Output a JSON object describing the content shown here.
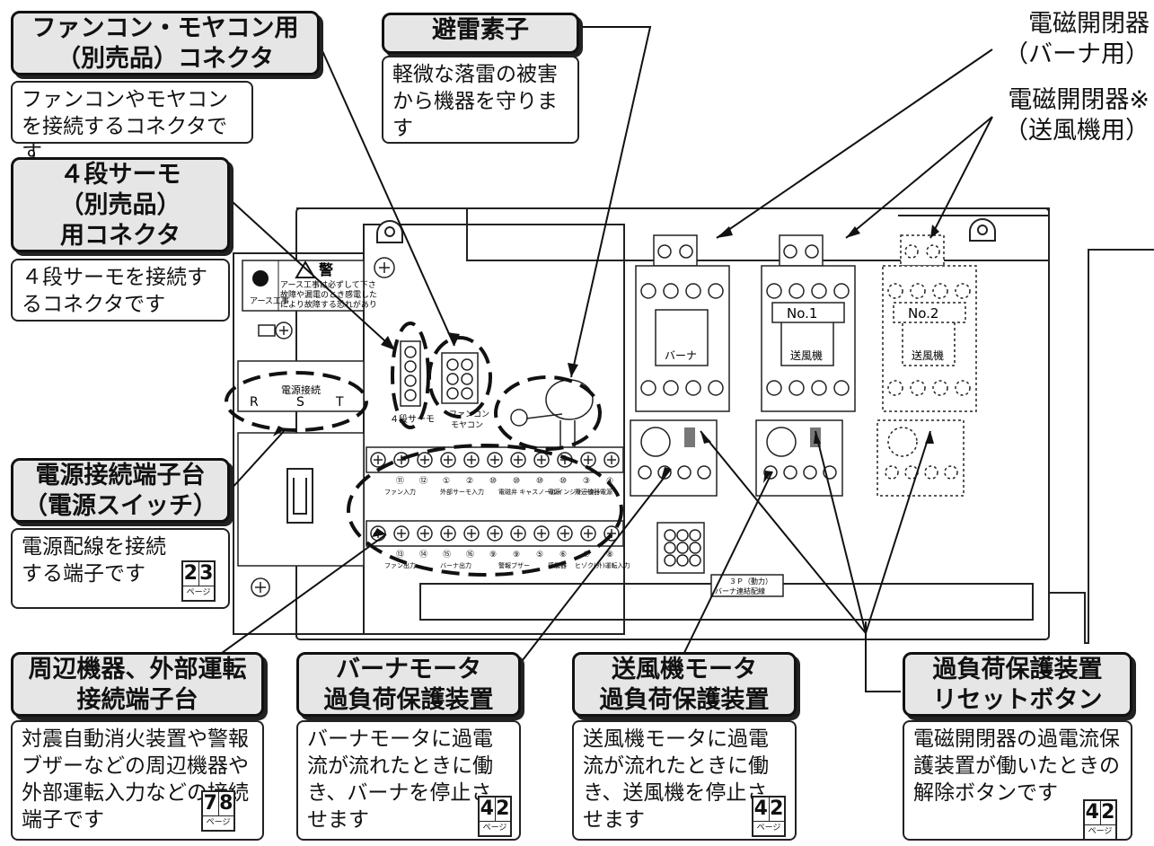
{
  "callouts": {
    "fancon": {
      "title": "ファンコン・モヤコン用\n（別売品）コネクタ",
      "desc": "ファンコンやモヤコンを接続するコネクタです"
    },
    "thermo": {
      "title": "４段サーモ\n（別売品）\n用コネクタ",
      "desc": "４段サーモを接続するコネクタです"
    },
    "power": {
      "title": "電源接続端子台\n（電源スイッチ）",
      "desc": "電源配線を接続する端子です",
      "page": [
        "2",
        "3"
      ]
    },
    "lightning": {
      "title": "避雷素子",
      "desc": "軽微な落雷の被害から機器を守ります"
    },
    "peripheral": {
      "title": "周辺機器、外部運転\n接続端子台",
      "desc": "対震自動消火装置や警報ブザーなどの周辺機器や外部運転入力などの接続端子です",
      "page": [
        "7",
        "8"
      ]
    },
    "burner_motor": {
      "title": "バーナモータ\n過負荷保護装置",
      "desc": "バーナモータに過電流が流れたときに働き、バーナを停止させます",
      "page": [
        "4",
        "2"
      ]
    },
    "fan_motor": {
      "title": "送風機モータ\n過負荷保護装置",
      "desc": "送風機モータに過電流が流れたときに働き、送風機を停止させます",
      "page": [
        "4",
        "2"
      ]
    },
    "reset": {
      "title": "過負荷保護装置\nリセットボタン",
      "desc": "電磁開閉器の過電流保護装置が働いたときの解除ボタンです",
      "page": [
        "4",
        "2"
      ]
    }
  },
  "page_unit": "ページ",
  "labels": {
    "contactor_burner": "電磁開閉器\n（バーナ用）",
    "contactor_fan": "電磁開閉器※\n（送風機用）"
  },
  "panel": {
    "warning_title": "警",
    "warning_text": [
      "アース工事は必ずして下さ",
      "故障や漏電のとき感電した",
      "により故障する恐れがあり"
    ],
    "earth_label": "アース工事",
    "power_label": "電源接続",
    "rst": [
      "R",
      "S",
      "T"
    ],
    "thermo_conn": "４段サーモ",
    "fancon_conn": [
      "ファンコン",
      "モヤコン"
    ],
    "tb_top_nums": [
      "⑪",
      "⑫",
      "①",
      "②",
      "⑩",
      "⑩",
      "⑩",
      "⑩",
      "③",
      "④"
    ],
    "tb_top_groups": [
      "ファン入力",
      "外部サーモ入力",
      "電磁弁 キャスノールインジケーター",
      "電源",
      "周辺機器電源"
    ],
    "tb_bot_nums": [
      "⑬",
      "⑭",
      "⑮",
      "⑯",
      "⑨",
      "⑨",
      "⑤",
      "⑥",
      "⑦",
      "⑧"
    ],
    "tb_bot_groups": [
      "ファン出力",
      "バーナ出力",
      "警報ブザー",
      "感震器",
      "ヒゾク(外)運転入力"
    ],
    "contactor_labels": [
      "バーナ",
      "送風機",
      "送風機"
    ],
    "contactor_nos": [
      "",
      "No.1",
      "No.2"
    ],
    "plug_label": [
      "３Ｐ（動力）",
      "バーナ連結配線"
    ]
  }
}
